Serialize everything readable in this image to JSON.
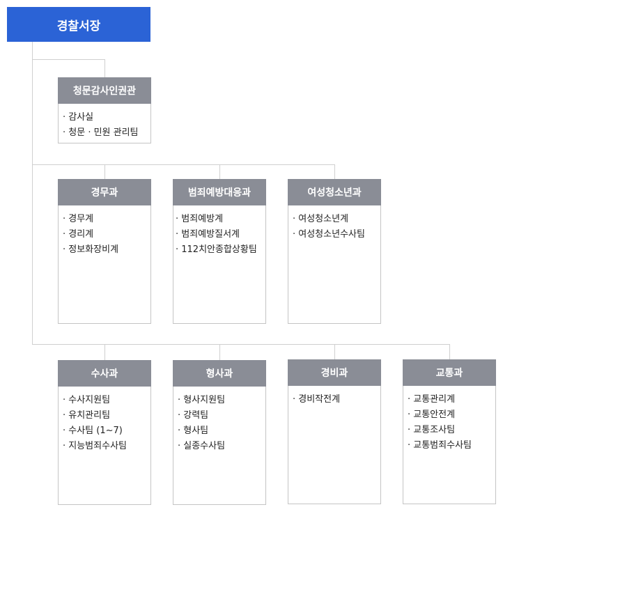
{
  "chief": "경찰서장",
  "departments": [
    {
      "name": "청문감사인권관",
      "items": [
        "감사실",
        "청문 · 민원 관리팀"
      ]
    },
    {
      "name": "경무과",
      "items": [
        "경무계",
        "경리계",
        "정보화장비계"
      ]
    },
    {
      "name": "범죄예방대응과",
      "items": [
        "범죄예방계",
        "범죄예방질서계",
        "112치안종합상황팀"
      ]
    },
    {
      "name": "여성청소년과",
      "items": [
        "여성청소년계",
        "여성청소년수사팀"
      ]
    },
    {
      "name": "수사과",
      "items": [
        "수사지원팀",
        "유치관리팀",
        "수사팀 (1~7)",
        "지능범죄수사팀"
      ]
    },
    {
      "name": "형사과",
      "items": [
        "형사지원팀",
        "강력팀",
        "형사팀",
        "실종수사팀"
      ]
    },
    {
      "name": "경비과",
      "items": [
        "경비작전계"
      ]
    },
    {
      "name": "교통과",
      "items": [
        "교통관리계",
        "교통안전계",
        "교통조사팀",
        "교통범죄수사팀"
      ]
    }
  ]
}
